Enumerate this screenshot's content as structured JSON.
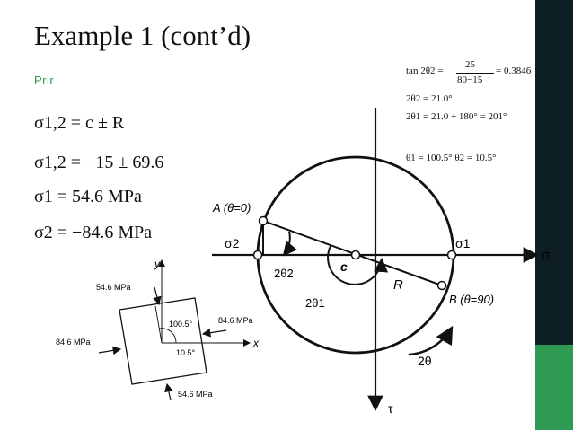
{
  "slide": {
    "title": "Example 1 (cont’d)",
    "subtitle": "Prir"
  },
  "equations": {
    "eq1": "σ1,2 = c ± R",
    "eq2": "σ1,2 = −15 ± 69.6",
    "eq3": "σ1 = 54.6 MPa",
    "eq4": "σ2 = −84.6 MPa"
  },
  "calc": {
    "line1_lhs": "tan 2θ2 =",
    "line1_num": "25",
    "line1_den": "80−15",
    "line1_rhs": "= 0.3846",
    "line2": "2θ2 = 21.0°",
    "line3": "2θ1 = 21.0 + 180° = 201°",
    "line4": "θ1 = 100.5°   θ2 = 10.5°"
  },
  "mohr": {
    "label_sigma_axis": "σ",
    "label_tau_axis": "τ",
    "label_A": "A (θ=0)",
    "label_B": "B (θ=90)",
    "label_sigma1": "σ1",
    "label_sigma2": "σ2",
    "label_c": "c",
    "label_R": "R",
    "label_2theta2": "2θ2",
    "label_2theta1": "2θ1",
    "label_2theta": "2θ"
  },
  "element": {
    "label_y": "y",
    "label_x": "x",
    "top_stress": "54.6 MPa",
    "bottom_stress": "54.6 MPa",
    "left_stress": "84.6 MPa",
    "right_stress": "84.6 MPa",
    "angle1": "100.5°",
    "angle2": "10.5°"
  },
  "colors": {
    "right_bar": "#0e1f24",
    "accent_green": "#2f9a52",
    "subtitle_green": "#2e9a54"
  }
}
